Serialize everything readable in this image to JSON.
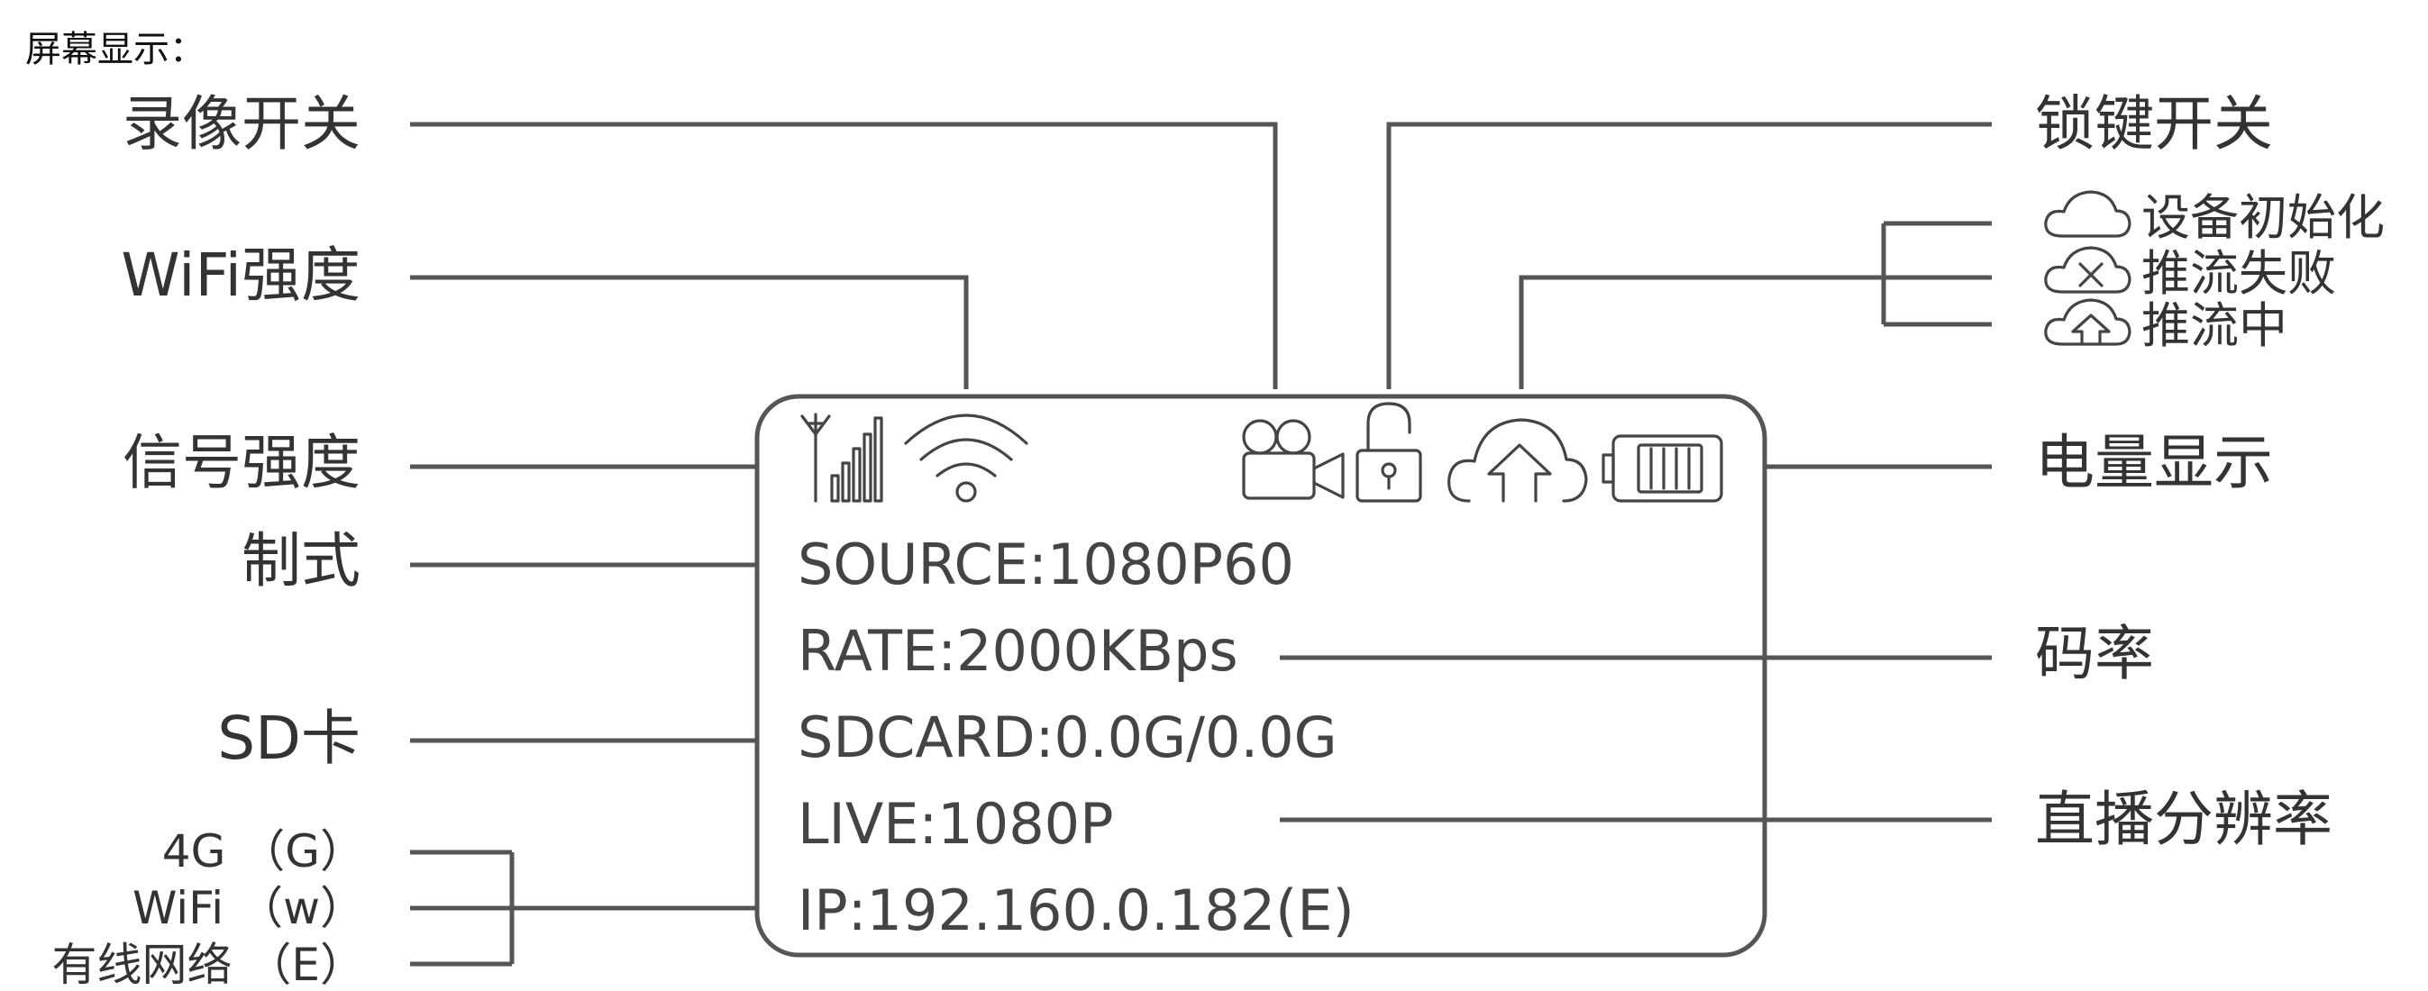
{
  "title": "屏幕显示：",
  "screen": {
    "source": "SOURCE:1080P60",
    "rate": "RATE:2000KBps",
    "sdcard": "SDCARD:0.0G/0.0G",
    "live": "LIVE:1080P",
    "ip": "IP:192.160.0.182(E)"
  },
  "left_labels": {
    "record": "录像开关",
    "wifi_strength": "WiFi强度",
    "signal_strength": "信号强度",
    "format": "制式",
    "sd_card": "SD卡",
    "net_4g": "4G （G）",
    "net_wifi": "WiFi （w）",
    "net_wired": "有线网络 （E）"
  },
  "right_labels": {
    "key_lock": "锁键开关",
    "init": "设备初始化",
    "push_fail": "推流失败",
    "pushing": "推流中",
    "battery": "电量显示",
    "bitrate": "码率",
    "live_res": "直播分辨率"
  },
  "icons": [
    "signal-bars-icon",
    "wifi-icon",
    "video-camera-icon",
    "lock-icon",
    "cloud-upload-icon",
    "battery-icon",
    "cloud-icon",
    "cloud-x-icon"
  ],
  "colors": {
    "line": "#555555",
    "text": "#333333",
    "screen_text": "#444444"
  }
}
